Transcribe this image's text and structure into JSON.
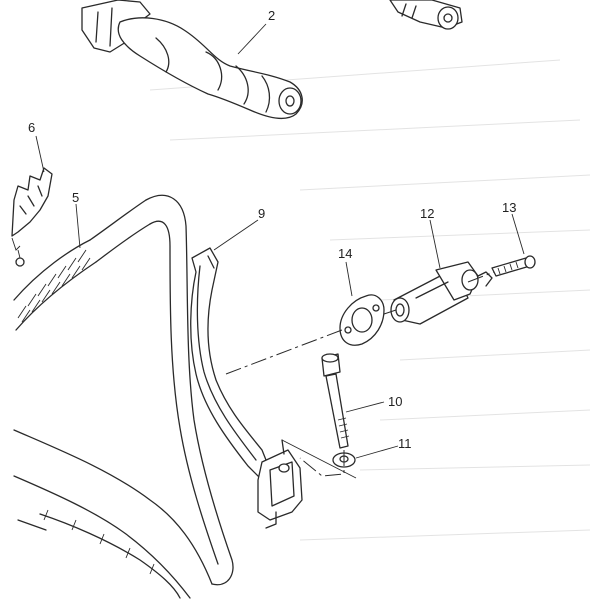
{
  "diagram": {
    "callouts": [
      {
        "id": "2",
        "text": "2"
      },
      {
        "id": "5",
        "text": "5"
      },
      {
        "id": "6",
        "text": "6"
      },
      {
        "id": "9",
        "text": "9"
      },
      {
        "id": "10",
        "text": "10"
      },
      {
        "id": "11",
        "text": "11"
      },
      {
        "id": "12",
        "text": "12"
      },
      {
        "id": "13",
        "text": "13"
      },
      {
        "id": "14",
        "text": "14"
      }
    ],
    "colors": {
      "ink": "#2a2a2a",
      "paper": "#ffffff"
    }
  }
}
